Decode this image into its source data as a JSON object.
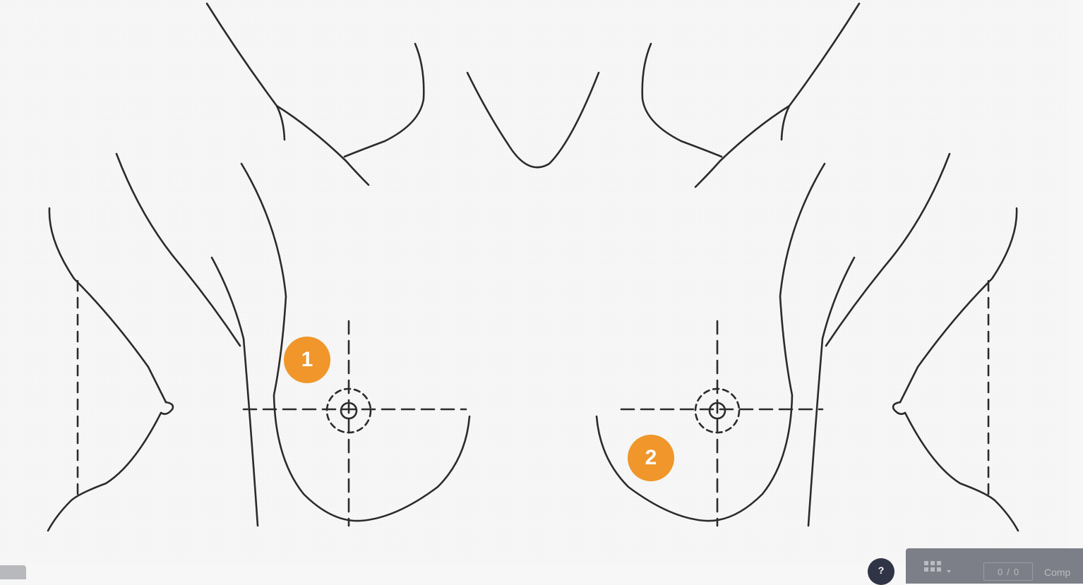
{
  "diagram": {
    "hotspots": [
      {
        "label": "1"
      },
      {
        "label": "2"
      }
    ],
    "colors": {
      "hotspot": "#f0962a",
      "line": "#2b2b2b",
      "background": "#f6f7f6"
    }
  },
  "player_controls": {
    "help_badge": "?",
    "grid_icon": "grid-icon",
    "page_current": "0",
    "page_separator": "/",
    "page_total": "0",
    "complete_label": "Comp"
  },
  "colors": {
    "toolbar": "#7d7f88",
    "help_badge": "#2f3446",
    "toolbar_text": "#b9bbc2"
  }
}
